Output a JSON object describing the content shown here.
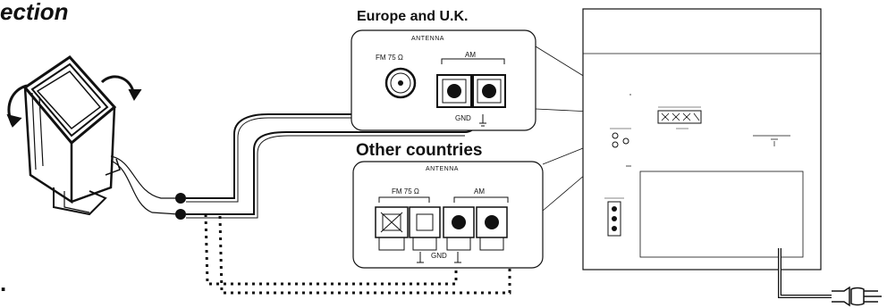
{
  "heading": "ection",
  "europe_panel": {
    "region_label": "Europe and U.K.",
    "antenna_label": "ANTENNA",
    "fm_label": "FM 75 Ω",
    "am_label": "AM",
    "gnd_label": "GND"
  },
  "other_panel": {
    "region_label": "Other countries",
    "antenna_label": "ANTENNA",
    "fm_label": "FM 75 Ω",
    "am_label": "AM",
    "gnd_label": "GND"
  },
  "trailing_mark": "."
}
